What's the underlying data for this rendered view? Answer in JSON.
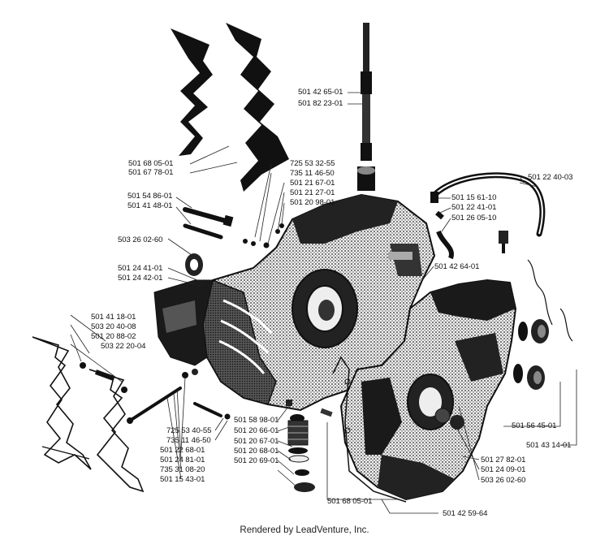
{
  "footer": "Rendered by LeadVenture, Inc.",
  "labels": {
    "l01": "501 42 65-01",
    "l02": "501 82 23-01",
    "l03": "501 68 05-01",
    "l04": "501 67 78-01",
    "l05": "725 53 32-55",
    "l06": "735 11 46-50",
    "l07": "501 21 67-01",
    "l08": "501 21 27-01",
    "l09": "501 20 98-01",
    "l10": "501 22 40-03",
    "l11": "501 15 61-10",
    "l12": "501 22 41-01",
    "l13": "501 26 05-10",
    "l14": "501 54 86-01",
    "l15": "501 41 48-01",
    "l16": "503 26 02-60",
    "l17": "501 24 41-01",
    "l18": "501 24 42-01",
    "l19": "501 42 64-01",
    "l20": "501 41 18-01",
    "l21": "503 20 40-08",
    "l22": "501 20 88-02",
    "l23": "503 22 20-04",
    "l24": "725 53 40-55",
    "l25": "735 11 46-50",
    "l26": "501 22 68-01",
    "l27": "501 24 81-01",
    "l28": "735 31 08-20",
    "l29": "501 15 43-01",
    "l30": "501 58 98-01",
    "l31": "501 20 66-01",
    "l32": "501 20 67-01",
    "l33": "501 20 68-01",
    "l34": "501 20 69-01",
    "l35": "501 68 05-01",
    "l36": "501 56 45-01",
    "l37": "501 43 14-01",
    "l38": "501 27 82-01",
    "l39": "501 24 09-01",
    "l40": "503 26 02-60",
    "l41": "501 42 59-64"
  }
}
